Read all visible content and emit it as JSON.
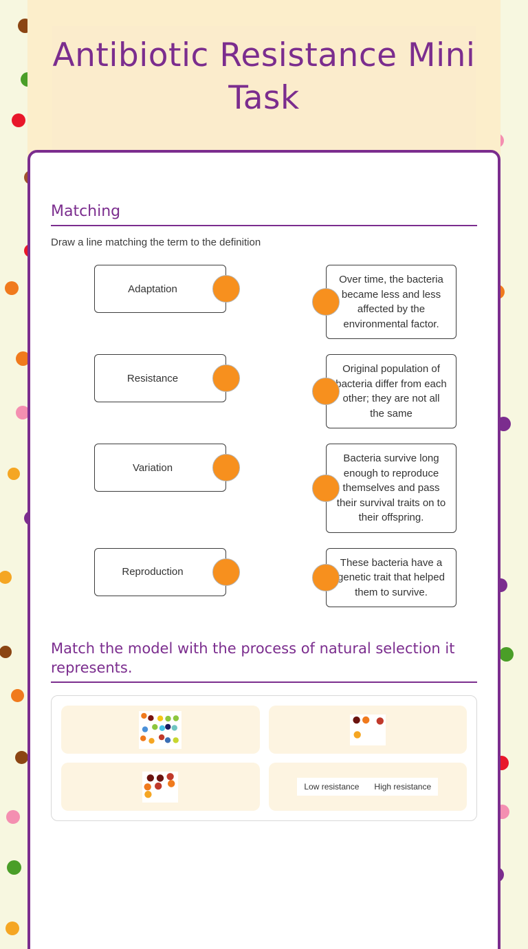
{
  "header": {
    "title": "Antibiotic Resistance Mini Task"
  },
  "colors": {
    "accent_purple": "#7b2d8e",
    "knob_orange": "#f7901e",
    "page_cream": "#fceecb",
    "wallpaper_cream": "#f7f7e0",
    "card_cream": "#fdf4e1"
  },
  "matching_section": {
    "heading": "Matching",
    "instruction": "Draw a line matching the term to the definition",
    "pairs": [
      {
        "term": "Adaptation",
        "definition": "Over time, the bacteria became less and less affected by the environmental factor."
      },
      {
        "term": "Resistance",
        "definition": "Original population of bacteria differ from each other; they are not all the same"
      },
      {
        "term": "Variation",
        "definition": "Bacteria survive long enough to reproduce themselves and pass their survival traits on to their offspring."
      },
      {
        "term": "Reproduction",
        "definition": "These bacteria have a genetic trait that helped them to survive."
      }
    ]
  },
  "model_section": {
    "heading": "Match the model with the process of natural selection it represents.",
    "cards": [
      {
        "type": "image",
        "name": "varied-colorful-bacteria-population"
      },
      {
        "type": "image",
        "name": "three-resistant-bacteria-cluster"
      },
      {
        "type": "image",
        "name": "reproducing-bacteria-colony"
      },
      {
        "type": "chart",
        "name": "resistance-scale",
        "labels": [
          "Low resistance",
          "High resistance"
        ]
      }
    ]
  },
  "wallpaper": {
    "dot_colors": [
      "#a0522d",
      "#e8172a",
      "#7b2d8e",
      "#f5a623",
      "#16a8a0",
      "#4a9e28",
      "#f07a1d",
      "#f48fb1",
      "#8b4513"
    ]
  }
}
